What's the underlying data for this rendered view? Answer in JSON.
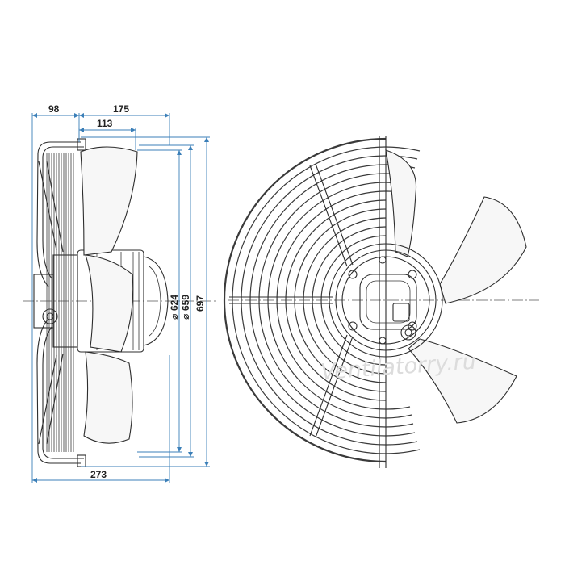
{
  "dimensions": {
    "depth_total": "98",
    "depth_frame": "175",
    "depth_blade": "113",
    "width_total": "273",
    "dia_624": "624",
    "dia_659": "659",
    "height_697": "697",
    "diameter_symbol": "⌀"
  },
  "watermark": "Ventilatorry.ru",
  "colors": {
    "line": "#2d2d2d",
    "dimension": "#3b7fb8",
    "watermark": "#dcdcdc",
    "blade_fill": "#f7f7f7"
  }
}
